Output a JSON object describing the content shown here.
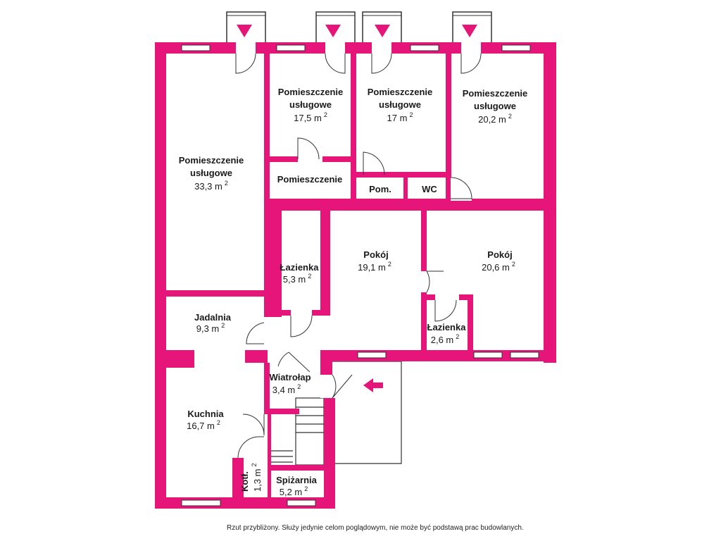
{
  "colors": {
    "wall": "#e5157a",
    "window": "#ffffff",
    "line": "#333333",
    "marker": "#e5157a"
  },
  "rooms": {
    "uslugowe_large": {
      "name_l1": "Pomieszczenie",
      "name_l2": "usługowe",
      "area": "33,3 m",
      "sup": "2"
    },
    "uslugowe_1": {
      "name_l1": "Pomieszczenie",
      "name_l2": "usługowe",
      "area": "17,5 m",
      "sup": "2"
    },
    "uslugowe_2": {
      "name_l1": "Pomieszczenie",
      "name_l2": "usługowe",
      "area": "17 m",
      "sup": "2"
    },
    "uslugowe_3": {
      "name_l1": "Pomieszczenie",
      "name_l2": "usługowe",
      "area": "20,2 m",
      "sup": "2"
    },
    "pomieszczenie": {
      "name": "Pomieszczenie"
    },
    "pom": {
      "name": "Pom."
    },
    "wc": {
      "name": "WC"
    },
    "lazienka_1": {
      "name": "Łazienka",
      "area": "5,3 m",
      "sup": "2"
    },
    "pokoj_1": {
      "name": "Pokój",
      "area": "19,1 m",
      "sup": "2"
    },
    "pokoj_2": {
      "name": "Pokój",
      "area": "20,6 m",
      "sup": "2"
    },
    "lazienka_2": {
      "name": "Łazienka",
      "area": "2,6 m",
      "sup": "2"
    },
    "jadalnia": {
      "name": "Jadalnia",
      "area": "9,3 m",
      "sup": "2"
    },
    "wiatrolap": {
      "name": "Wiatrołap",
      "area": "3,4 m",
      "sup": "2"
    },
    "kuchnia": {
      "name": "Kuchnia",
      "area": "16,7 m",
      "sup": "2"
    },
    "kotl": {
      "name": "Kotł.",
      "area": "1,3 m",
      "sup": "2"
    },
    "spizarnia": {
      "name": "Spiżarnia",
      "area": "5,2 m",
      "sup": "2"
    }
  },
  "disclaimer": "Rzut przybliżony. Służy jedynie celom poglądowym, nie może być podstawą prac budowlanych."
}
